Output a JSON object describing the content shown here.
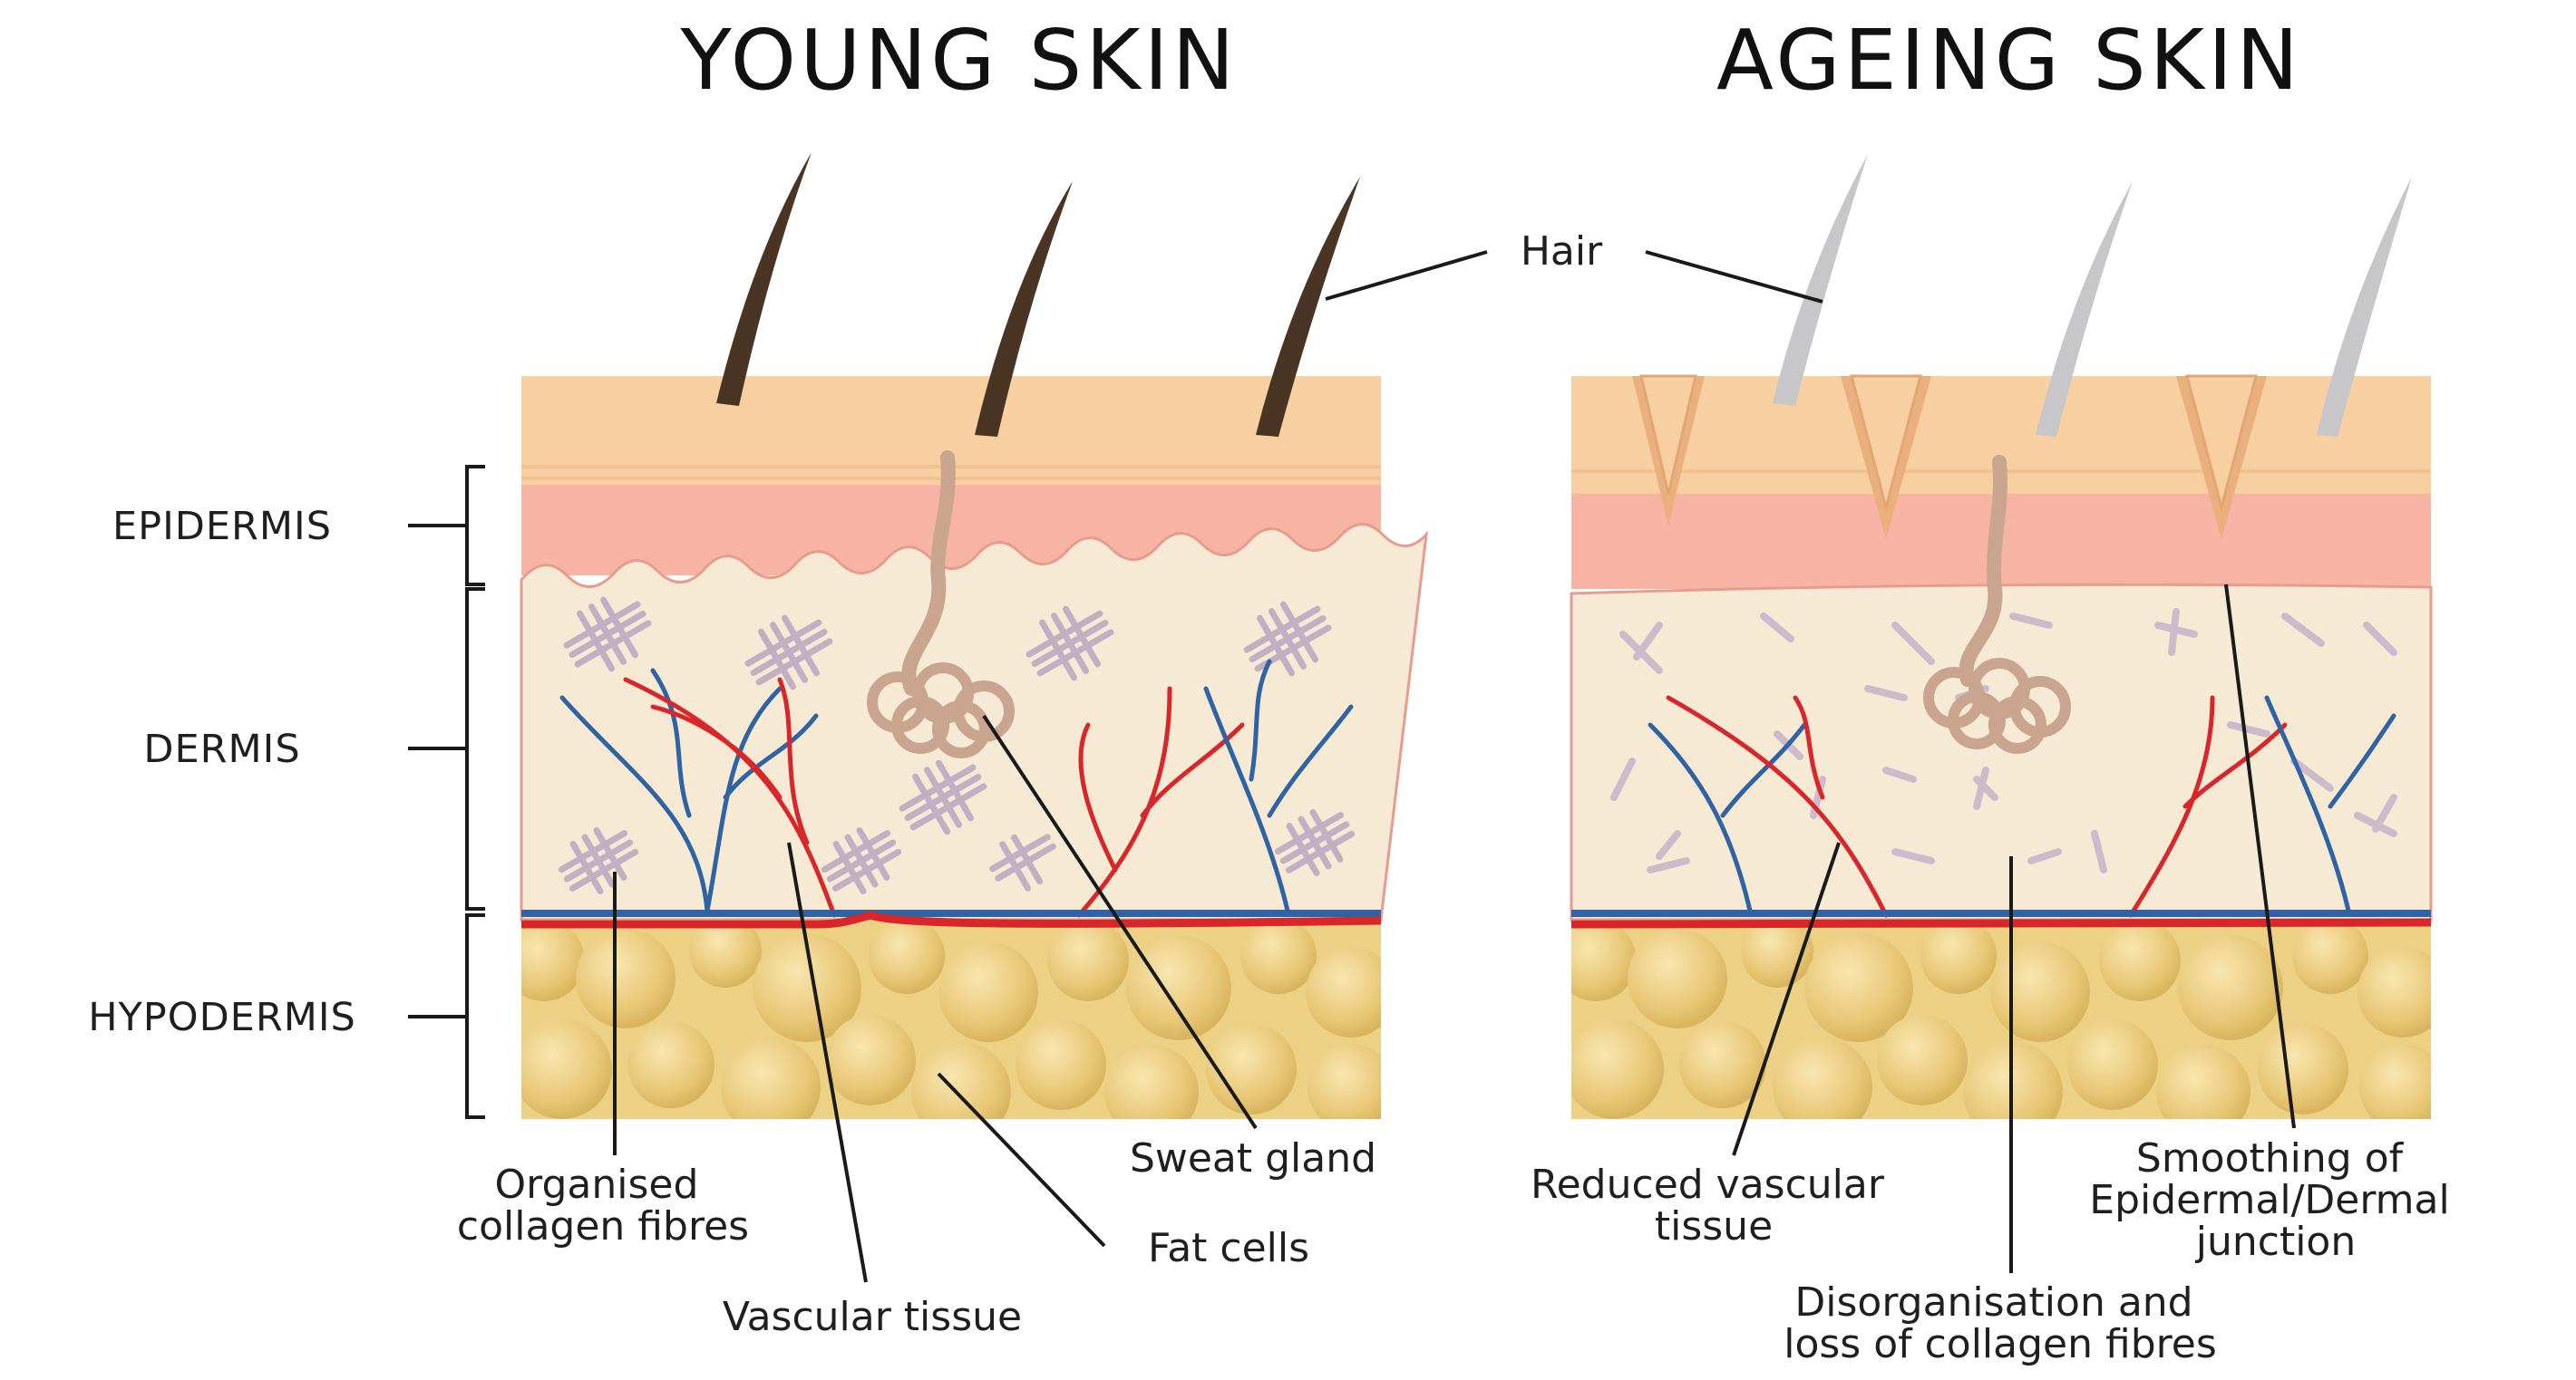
{
  "titles": {
    "young": "YOUNG SKIN",
    "ageing": "AGEING SKIN"
  },
  "layers": {
    "epidermis": "EPIDERMIS",
    "dermis": "DERMIS",
    "hypodermis": "HYPODERMIS"
  },
  "labels": {
    "hair": "Hair",
    "organised_collagen": [
      "Organised",
      "collagen fibres"
    ],
    "vascular_tissue": "Vascular tissue",
    "sweat_gland": "Sweat gland",
    "fat_cells": "Fat cells",
    "reduced_vascular": [
      "Reduced vascular",
      "tissue"
    ],
    "disorganisation": [
      "Disorganisation and",
      "loss of collagen fibres"
    ],
    "smoothing": [
      "Smoothing of",
      "Epidermal/Dermal",
      "junction"
    ]
  },
  "colors": {
    "stratum_corneum": "#f8cfa0",
    "epidermis_pink": "#f7b3a4",
    "dermis": "#f6ead4",
    "fat": "#ecd184",
    "fat_dark": "#dcb963",
    "artery": "#d9262b",
    "vein": "#2f63a3",
    "collagen": "#b9a4c0",
    "hair_young": "#4a3424",
    "hair_ageing": "#c7c7c9",
    "gland": "#c9a48e"
  }
}
